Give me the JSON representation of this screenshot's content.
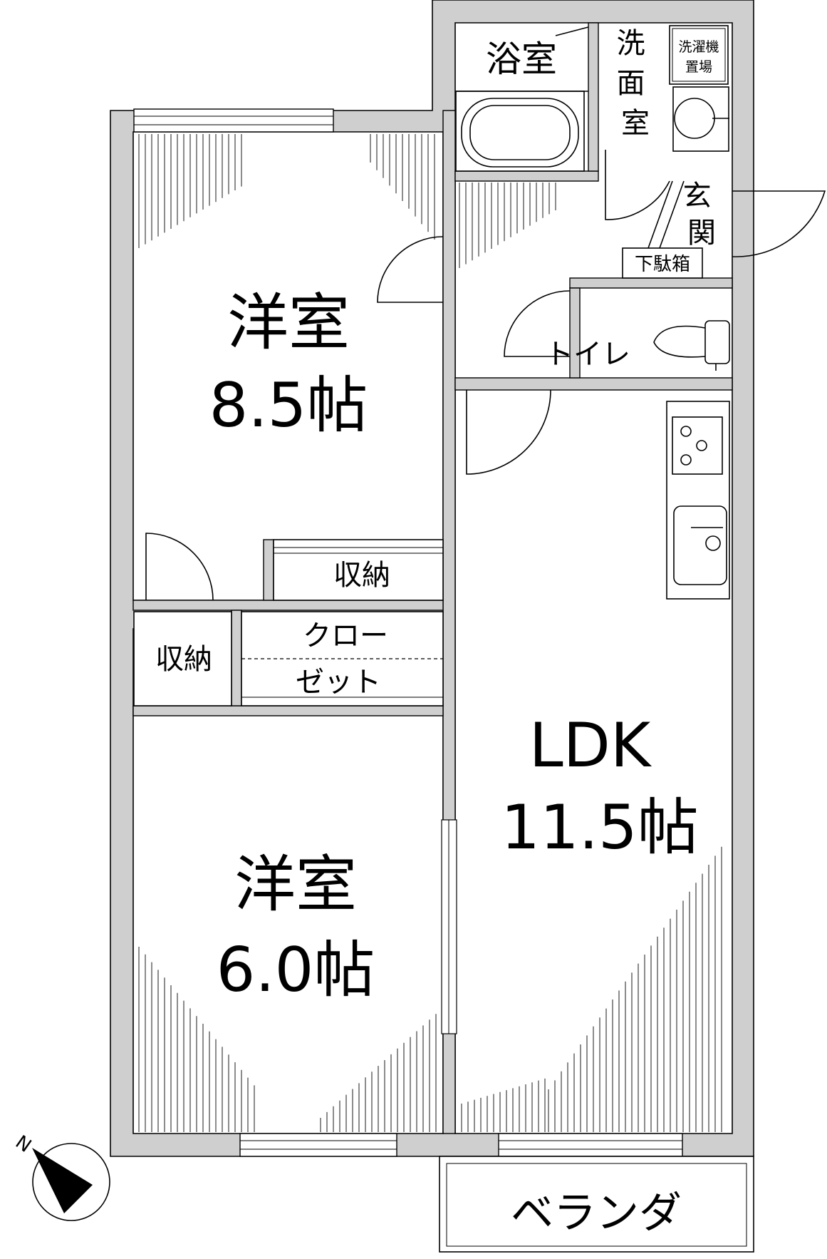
{
  "rooms": {
    "western_1": {
      "name": "洋室",
      "size": "8.5帖"
    },
    "western_2": {
      "name": "洋室",
      "size": "6.0帖"
    },
    "ldk": {
      "name": "LDK",
      "size": "11.5帖"
    },
    "bath": "浴室",
    "washroom": "洗面室",
    "washer_space": [
      "洗濯機",
      "置場"
    ],
    "entrance": "玄関",
    "shoe_box": "下駄箱",
    "toilet": "トイレ",
    "storage_1": "収納",
    "storage_2": "収納",
    "closet": [
      "クロー",
      "ゼット"
    ],
    "veranda": "ベランダ"
  },
  "compass": {
    "label": "N"
  }
}
